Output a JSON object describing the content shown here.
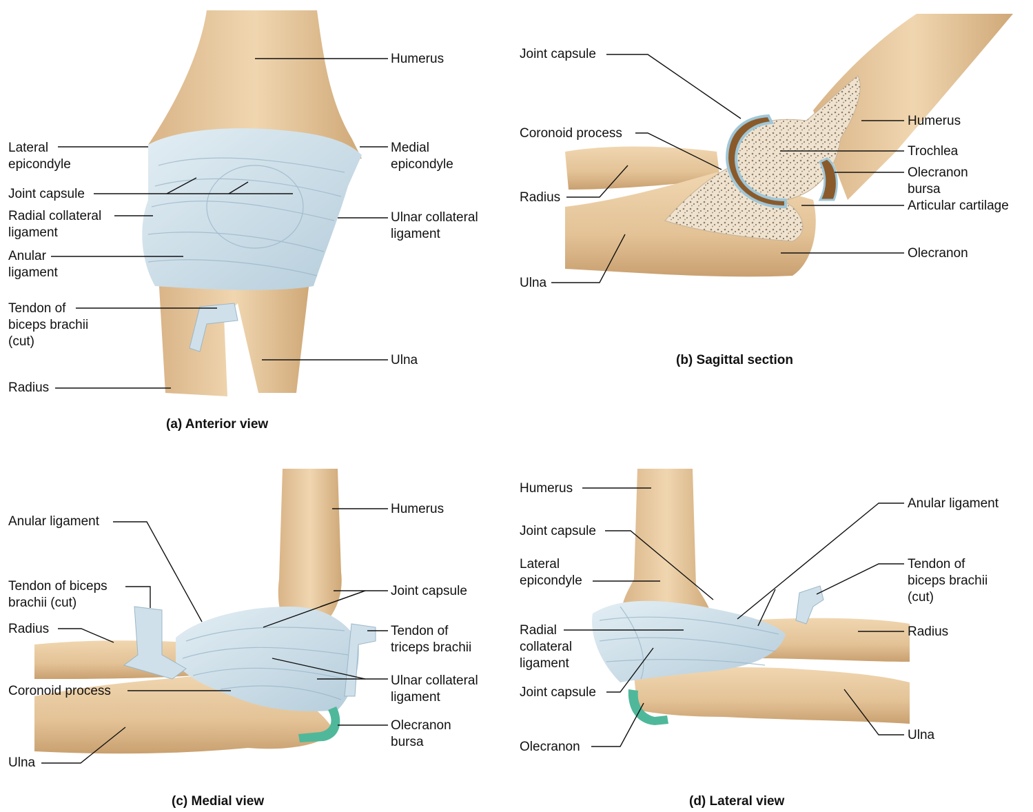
{
  "panels": {
    "a": {
      "caption": "(a) Anterior view",
      "labels": {
        "humerus": "Humerus",
        "lateral_epicondyle": "Lateral\nepicondyle",
        "medial_epicondyle": "Medial\nepicondyle",
        "joint_capsule": "Joint capsule",
        "radial_collateral": "Radial collateral\nligament",
        "ulnar_collateral": "Ulnar collateral\nligament",
        "anular": "Anular\nligament",
        "tendon_biceps": "Tendon of\nbiceps brachii\n(cut)",
        "ulna": "Ulna",
        "radius": "Radius"
      }
    },
    "b": {
      "caption": "(b) Sagittal section",
      "labels": {
        "joint_capsule": "Joint capsule",
        "coronoid": "Coronoid process",
        "radius": "Radius",
        "ulna": "Ulna",
        "humerus": "Humerus",
        "trochlea": "Trochlea",
        "olecranon_bursa": "Olecranon\nbursa",
        "articular_cartilage": "Articular cartilage",
        "olecranon": "Olecranon"
      }
    },
    "c": {
      "caption": "(c) Medial view",
      "labels": {
        "humerus": "Humerus",
        "anular": "Anular ligament",
        "tendon_biceps": "Tendon of biceps\nbrachii (cut)",
        "radius": "Radius",
        "coronoid": "Coronoid process",
        "ulna": "Ulna",
        "joint_capsule": "Joint capsule",
        "tendon_triceps": "Tendon of\ntriceps brachii",
        "ulnar_collateral": "Ulnar collateral\nligament",
        "olecranon_bursa": "Olecranon\nbursa"
      }
    },
    "d": {
      "caption": "(d) Lateral view",
      "labels": {
        "humerus": "Humerus",
        "joint_capsule_top": "Joint capsule",
        "lateral_epicondyle": "Lateral\nepicondyle",
        "radial_collateral": "Radial\ncollateral\nligament",
        "joint_capsule_bottom": "Joint capsule",
        "olecranon": "Olecranon",
        "anular": "Anular ligament",
        "tendon_biceps": "Tendon of\nbiceps brachii\n(cut)",
        "radius": "Radius",
        "ulna": "Ulna"
      }
    }
  },
  "colors": {
    "bone": "#e8c9a0",
    "bone_shade": "#d4ae80",
    "ligament": "#cfe0ea",
    "ligament_shade": "#a9c3d3",
    "cartilage": "#9fc7d8",
    "bursa": "#4fb89a",
    "synovial": "#8a5a2b",
    "spongy": "#9c8c78"
  }
}
